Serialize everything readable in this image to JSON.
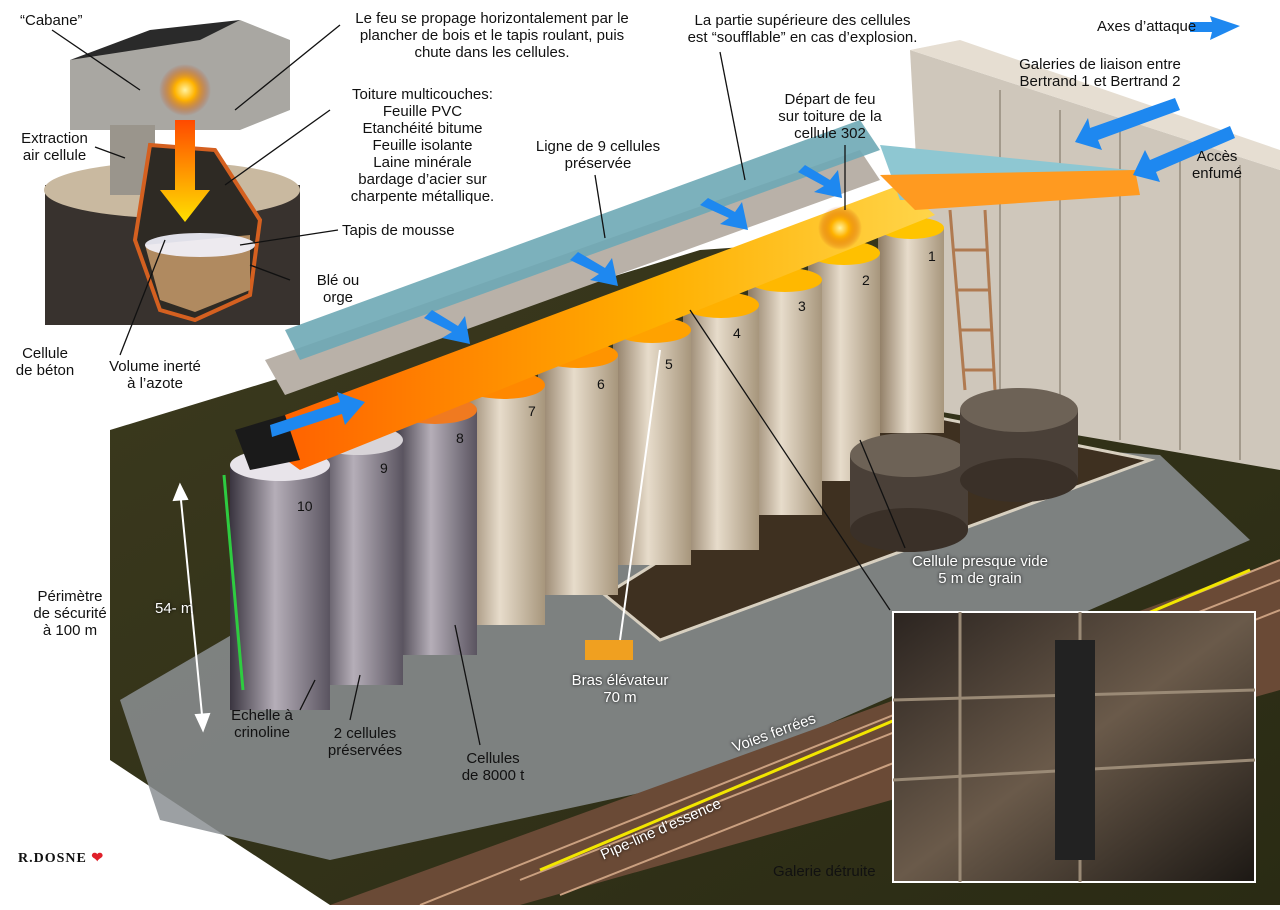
{
  "labels": {
    "cabane": "“Cabane”",
    "fire_spread": "Le feu se propage horizontalement par le\nplancher de bois et le tapis roulant, puis\nchute dans les cellules.",
    "top_blowable": "La partie supérieure des cellules\nest “soufflable” en cas d’explosion.",
    "axes_attack": "Axes d’attaque",
    "galleries": "Galeries de liaison entre\nBertrand 1 et Bertrand 2",
    "extraction": "Extraction\nair cellule",
    "roof_layers": "Toiture multicouches:\nFeuille PVC\nEtanchéité bitume\nFeuille isolante\nLaine minérale\nbardage d’acier sur\ncharpente métallique.",
    "depart_feu": "Départ de feu\nsur toiture de la\ncellule 302",
    "line_9": "Ligne de 9 cellules\npréservée",
    "acces_enfume": "Accès\nenfumé",
    "foam": "Tapis de mousse",
    "grain": "Blé ou\norge",
    "concrete_cell": "Cellule\nde béton",
    "inert_volume": "Volume inerté\nà l’azote",
    "perimeter": "Périmètre\nde sécurité\nà 100 m",
    "height": "54- m",
    "nearly_empty": "Cellule presque vide\n5 m de grain",
    "ladder": "Echelle à\ncrinoline",
    "preserved_2": "2 cellules\npréservées",
    "cells_8000": "Cellules\nde 8000 t",
    "arm": "Bras élévateur\n70 m",
    "railway": "Voies ferrées",
    "pipeline": "Pipe-line d’essence",
    "destroyed_gallery": "Galerie détruite",
    "signature": "R.DOSNE"
  },
  "cell_numbers": [
    "1",
    "2",
    "3",
    "4",
    "5",
    "6",
    "7",
    "8",
    "9",
    "10"
  ],
  "colors": {
    "arrow_blue": "#1e88f0",
    "fire_orange": "#ff7a10",
    "ladder_green": "#2ecc40",
    "rail_yellow": "#f2e600"
  }
}
